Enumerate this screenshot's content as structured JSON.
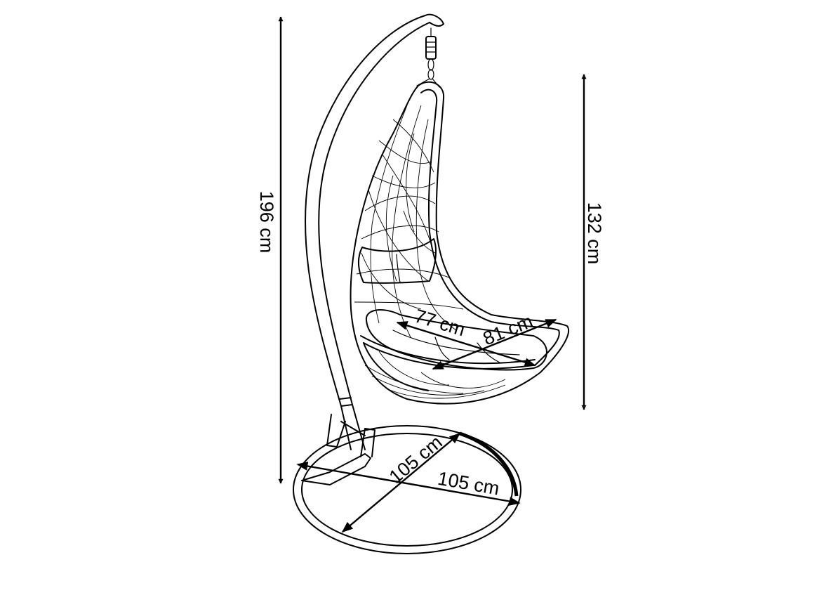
{
  "dimensions": {
    "total_height": "196 cm",
    "basket_height": "132 cm",
    "seat_depth": "77 cm",
    "seat_width": "81 cm",
    "base_depth": "105 cm",
    "base_width": "105 cm"
  },
  "colors": {
    "ink": "#000000",
    "background": "#ffffff",
    "fill": "#ffffff"
  }
}
